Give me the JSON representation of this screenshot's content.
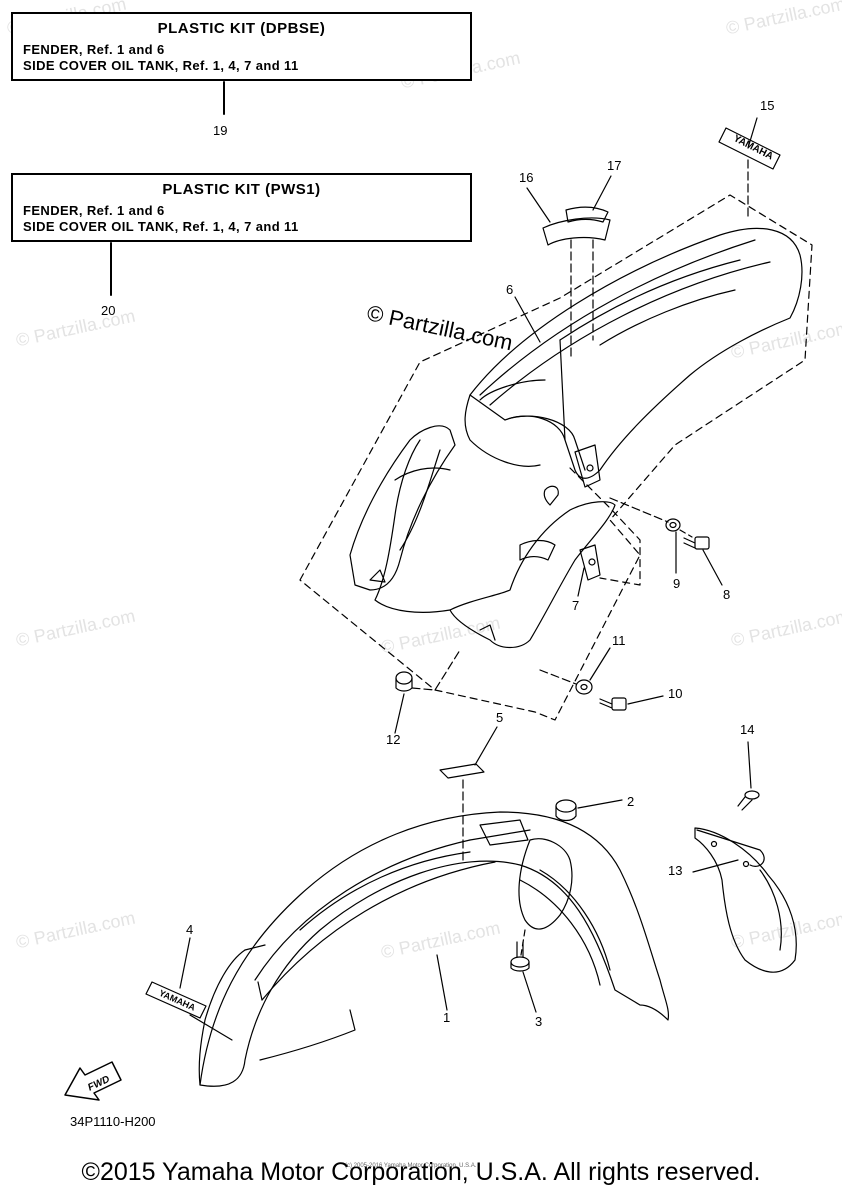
{
  "kits": [
    {
      "title": "PLASTIC KIT (DPBSE)",
      "line1": "FENDER, Ref. 1 and 6",
      "line2": "SIDE COVER OIL TANK, Ref. 1, 4, 7 and 11",
      "ref": "19"
    },
    {
      "title": "PLASTIC KIT (PWS1)",
      "line1": "FENDER, Ref. 1 and 6",
      "line2": "SIDE COVER OIL TANK, Ref. 1, 4, 7 and 11",
      "ref": "20"
    }
  ],
  "callouts": [
    "1",
    "2",
    "3",
    "4",
    "5",
    "6",
    "7",
    "8",
    "9",
    "10",
    "11",
    "12",
    "13",
    "14",
    "15",
    "16",
    "17"
  ],
  "watermark_text": "© Partzilla.com",
  "center_watermark": "© Partzilla.com",
  "decal_text": "YAMAHA",
  "fwd_label": "FWD",
  "drawing_id": "34P1110-H200",
  "tiny_notice": "(c) 2005-2016 Yamaha Motor Corporation, U.S.A.",
  "copyright": "©2015 Yamaha Motor Corporation, U.S.A. All rights reserved."
}
